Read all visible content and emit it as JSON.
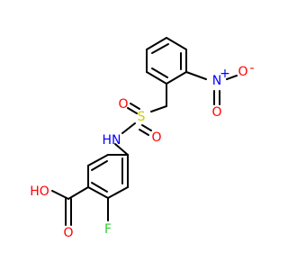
{
  "molecule": {
    "atoms": {
      "nitro_n": {
        "text": "N",
        "charge": "+",
        "color": "#0000ff"
      },
      "nitro_o_double": {
        "text": "O",
        "color": "#ff0000"
      },
      "nitro_o_single": {
        "text": "O",
        "charge": "-",
        "color": "#ff0000"
      },
      "sulfonyl_s": {
        "text": "S",
        "color": "#cccc00"
      },
      "sulfonyl_o_top": {
        "text": "O",
        "color": "#ff0000"
      },
      "sulfonyl_o_bottom": {
        "text": "O",
        "color": "#ff0000"
      },
      "amide_nh": {
        "text": "HN",
        "color": "#0000ff"
      },
      "acid_oh": {
        "text": "HO",
        "color": "#ff0000"
      },
      "acid_o": {
        "text": "O",
        "color": "#ff0000"
      },
      "fluoro_f": {
        "text": "F",
        "color": "#33cc33"
      }
    },
    "bond_color": "#000000",
    "background": "#ffffff"
  }
}
